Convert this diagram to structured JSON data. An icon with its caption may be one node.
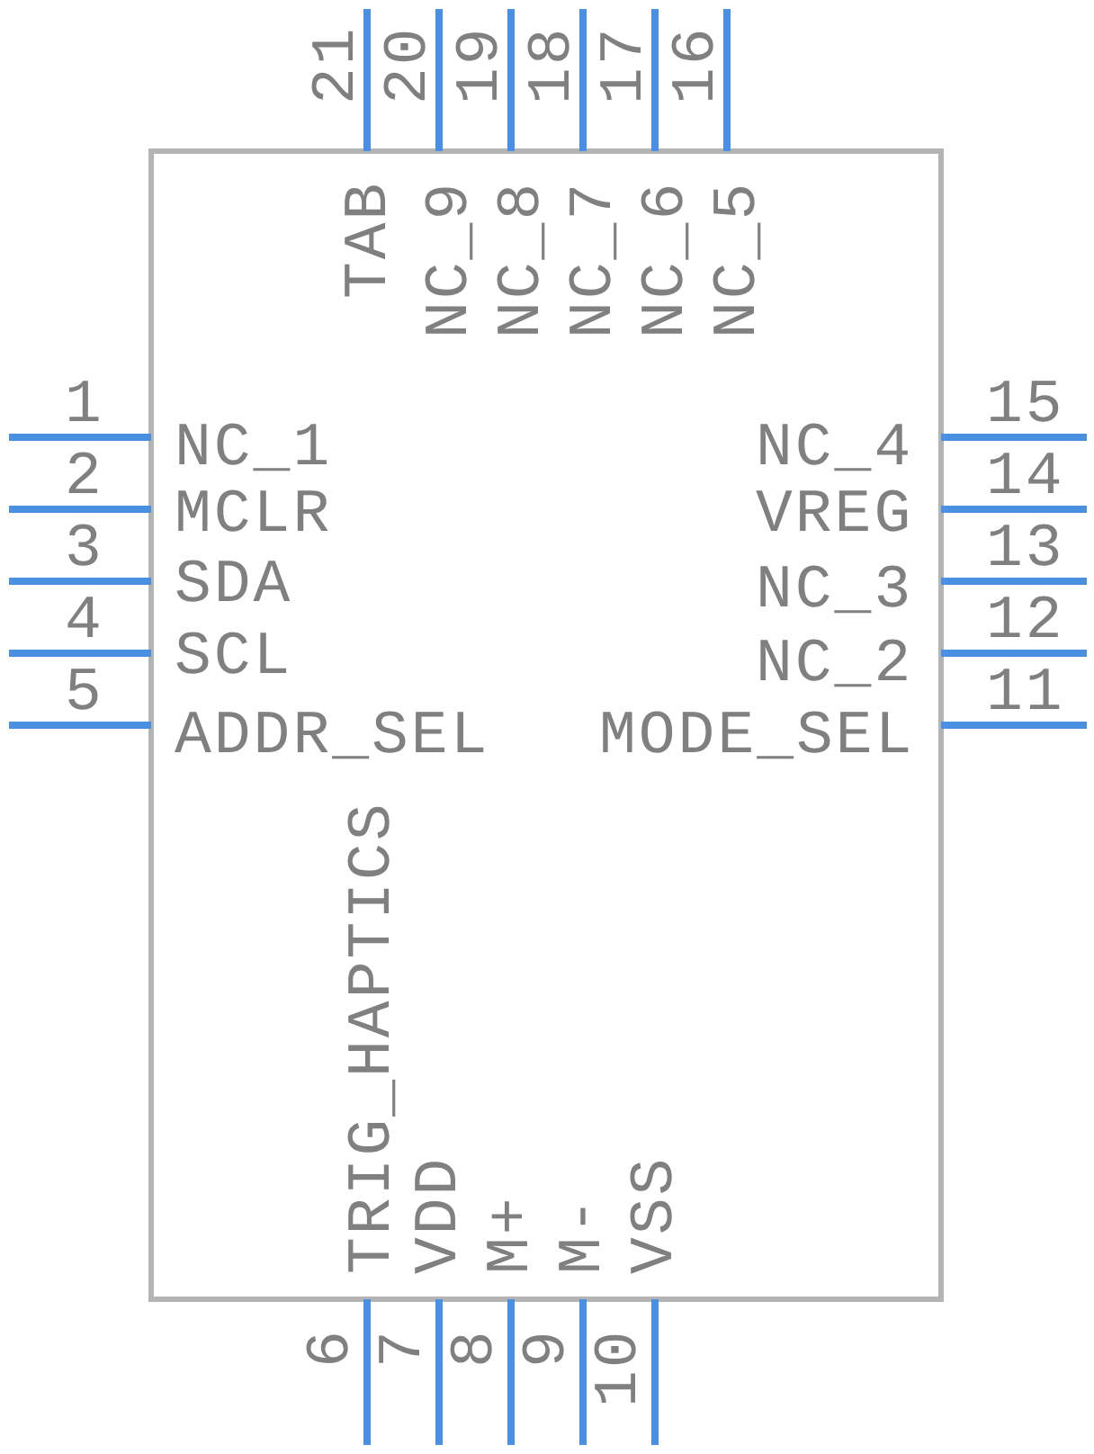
{
  "diagram": {
    "labels": [
      "21",
      "20",
      "19",
      "18",
      "17",
      "16",
      "TAB",
      "NC_9",
      "NC_8",
      "NC_7",
      "NC_6",
      "NC_5",
      "1",
      "NC_1",
      "NC_4",
      "15",
      "2",
      "MCLR",
      "VREG",
      "14",
      "3",
      "SDA",
      "NC_3",
      "13",
      "4",
      "SCL",
      "NC_2",
      "12",
      "5",
      "ADDR_SEL",
      "MODE_SEL",
      "11",
      "TRIG_HAPTICS",
      "VDD",
      "M+",
      "M-",
      "VSS",
      "6",
      "7",
      "8",
      "9",
      "10"
    ]
  }
}
